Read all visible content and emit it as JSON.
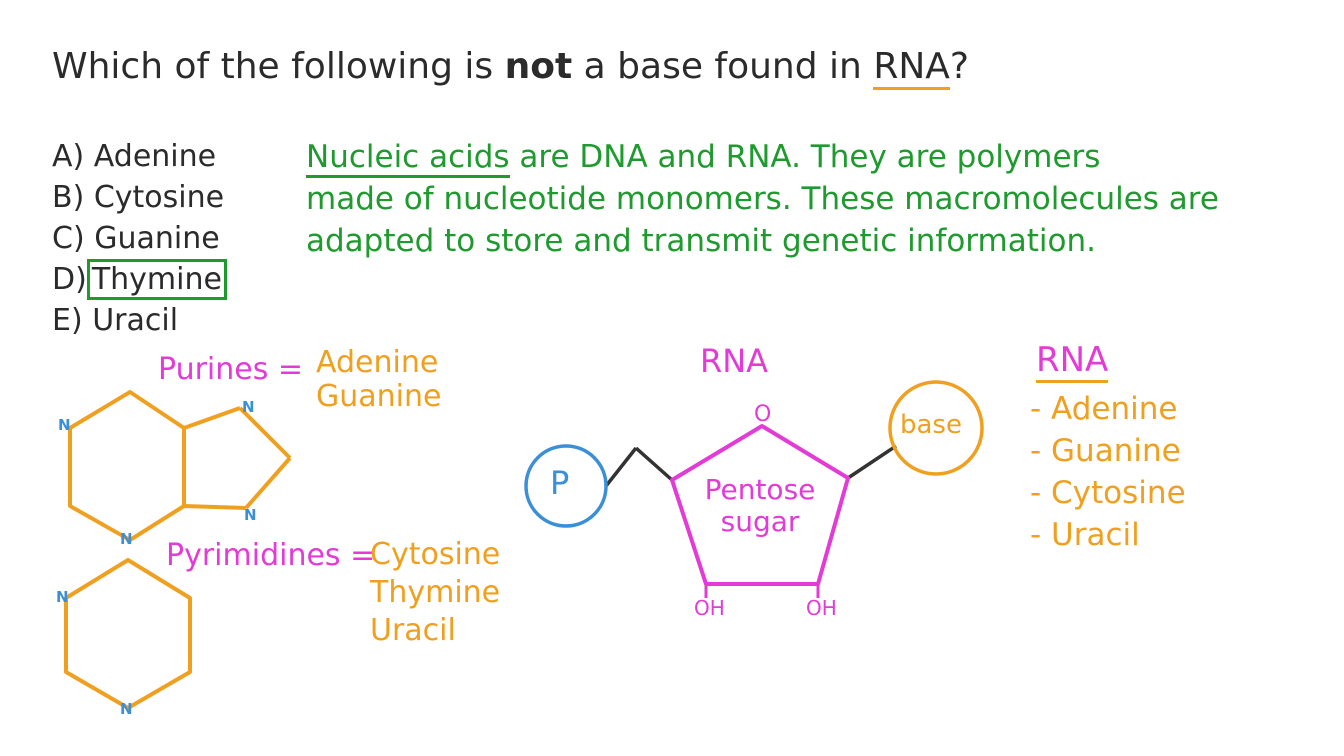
{
  "question": {
    "prefix": "Which of the following is ",
    "emphasis": "not",
    "middle": " a base found in ",
    "highlight": "RNA",
    "suffix": "?"
  },
  "options": [
    {
      "letter": "A)",
      "text": "Adenine",
      "selected": false
    },
    {
      "letter": "B)",
      "text": "Cytosine",
      "selected": false
    },
    {
      "letter": "C)",
      "text": "Guanine",
      "selected": false
    },
    {
      "letter": "D)",
      "text": "Thymine",
      "selected": true
    },
    {
      "letter": "E)",
      "text": "Uracil",
      "selected": false
    }
  ],
  "explanation": {
    "term": "Nucleic acids",
    "line1_rest": " are DNA and RNA. They are polymers",
    "line2": "made of nucleotide monomers. These macromolecules are",
    "line3": "adapted to store and transmit genetic information."
  },
  "purines": {
    "label": "Purines",
    "eq": "=",
    "items": [
      "Adenine",
      "Guanine"
    ]
  },
  "pyrimidines": {
    "label": "Pyrimidines",
    "eq": "=",
    "items": [
      "Cytosine",
      "Thymine",
      "Uracil"
    ]
  },
  "nitrogen_label": "N",
  "nucleotide": {
    "title": "RNA",
    "phosphate": "P",
    "ring_oxygen": "O",
    "sugar_line1": "Pentose",
    "sugar_line2": "sugar",
    "base": "base",
    "oh_left": "OH",
    "oh_right": "OH"
  },
  "rna_bases": {
    "title": "RNA",
    "items": [
      "- Adenine",
      "- Guanine",
      "- Cytosine",
      "- Uracil"
    ]
  },
  "colors": {
    "text": "#2b2b2b",
    "green": "#1f9a2e",
    "orange": "#f0a020",
    "magenta": "#e23bd6",
    "blue": "#3a8fd8"
  }
}
